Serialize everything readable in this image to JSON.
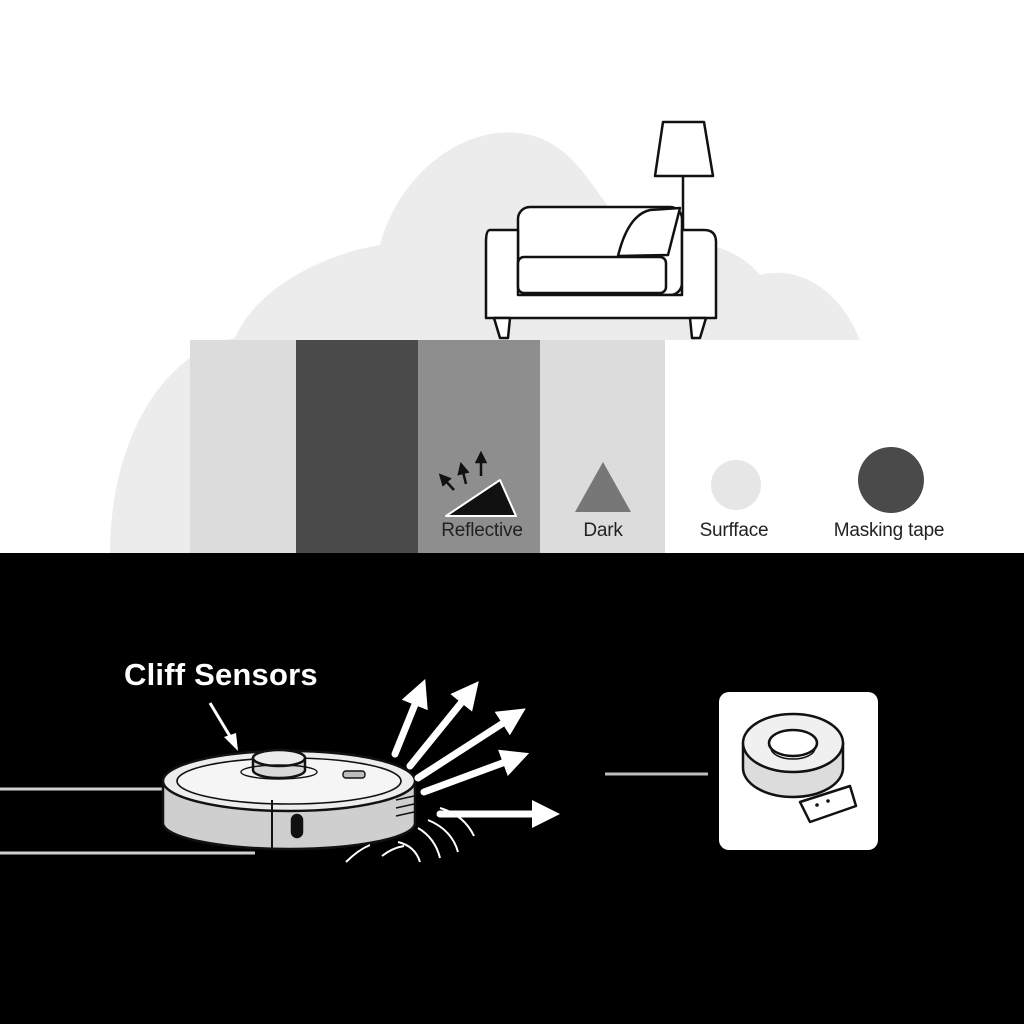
{
  "labels": {
    "reflective": "Reflective",
    "dark": "Dark",
    "surface": "Surfface",
    "masking_tape": "Masking tape"
  },
  "cliff_sensors": "Cliff Sensors",
  "colors": {
    "background_top": "#ffffff",
    "background_bottom": "#000000",
    "cloud": "#ececec",
    "light_stripe": "#dcdcdc",
    "dark_stripe": "#4a4a4a",
    "reflective_stripe": "#8e8e8e",
    "surface_circle": "#e6e6e6",
    "masking_tape_circle": "#4a4a4a"
  },
  "icons": [
    "lamp-icon",
    "sofa-icon",
    "reflective-ray-icon",
    "dark-triangle-icon",
    "robot-vacuum-icon",
    "masking-tape-roll-icon"
  ]
}
